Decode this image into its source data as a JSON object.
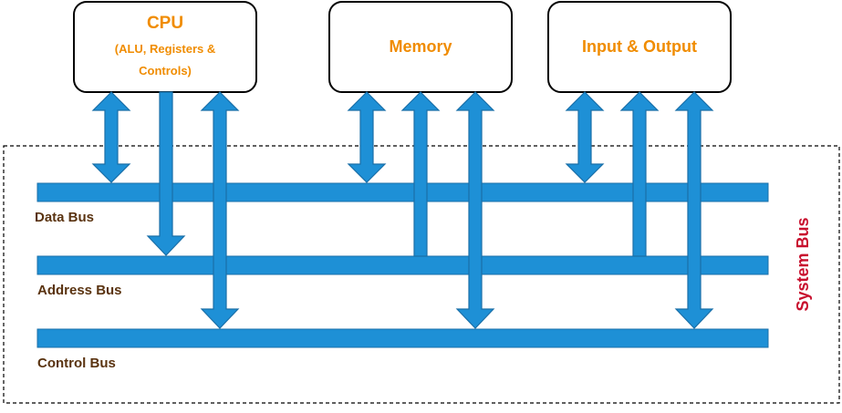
{
  "components": {
    "cpu": {
      "title": "CPU",
      "subtitle_line1": "(ALU, Registers &",
      "subtitle_line2": "Controls)"
    },
    "memory": {
      "title": "Memory"
    },
    "io": {
      "title": "Input & Output"
    }
  },
  "buses": {
    "data": "Data Bus",
    "address": "Address Bus",
    "control": "Control Bus"
  },
  "system_bus_label": "System Bus",
  "colors": {
    "component_text": "#f08c00",
    "bus": "#1e90d6",
    "bus_stroke": "#1a6fa8",
    "bus_label": "#5a3310",
    "system_bus_label": "#c8102e",
    "border": "#000000"
  }
}
